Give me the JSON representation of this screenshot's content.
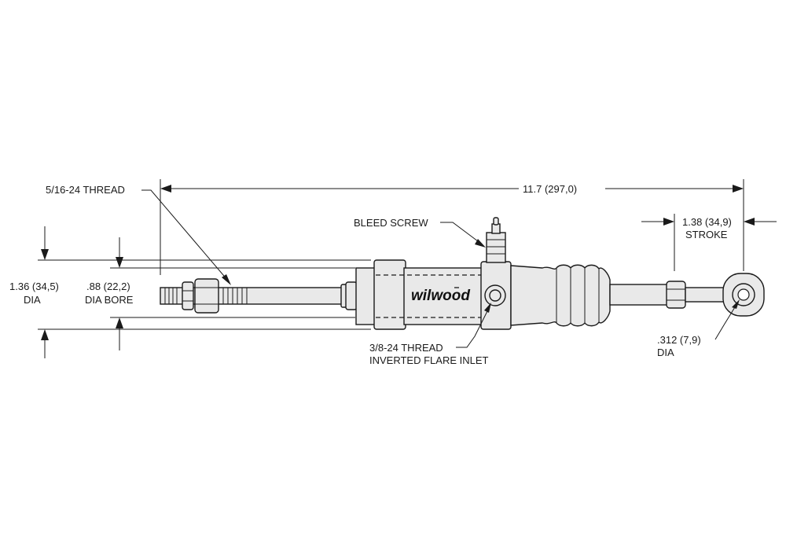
{
  "brand": {
    "logo": "wilwood"
  },
  "dimensions": {
    "overall_length": "11.7 (297,0)",
    "outer_dia_value": "1.36 (34,5)",
    "outer_dia_unit": "DIA",
    "bore_value": ".88 (22,2)",
    "bore_unit": "DIA BORE",
    "stroke_value": "1.38 (34,9)",
    "stroke_unit": "STROKE",
    "rod_end_value": ".312 (7,9)",
    "rod_end_unit": "DIA"
  },
  "callouts": {
    "rod_thread": "5/16-24 THREAD",
    "bleed_screw": "BLEED SCREW",
    "inlet_line1": "3/8-24 THREAD",
    "inlet_line2": "INVERTED FLARE INLET"
  },
  "colors": {
    "line": "#1a1a1a",
    "part_fill": "#e9e9e9",
    "background": "#ffffff"
  }
}
